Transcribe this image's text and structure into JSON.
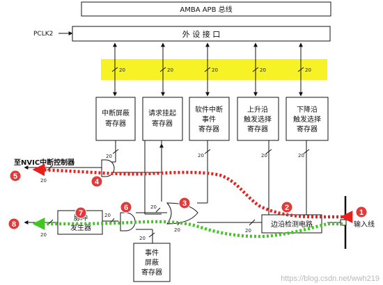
{
  "blocks": {
    "apb_bus": "AMBA APB 总线",
    "pclk": "PCLK2",
    "peripheral_interface": "外 设 接 口",
    "regs": [
      [
        "中断屏蔽",
        "寄存器"
      ],
      [
        "请求挂起",
        "寄存器"
      ],
      [
        "软件中断",
        "事件",
        "寄存器"
      ],
      [
        "上升沿",
        "触发选择",
        "寄存器"
      ],
      [
        "下降沿",
        "触发选择",
        "寄存器"
      ]
    ],
    "pulse_gen": [
      "脉冲",
      "发生器"
    ],
    "edge_detect": "边沿检测电路",
    "event_mask": [
      "事件",
      "屏蔽",
      "寄存器"
    ],
    "nvic": "至NVIC中断控制器",
    "input_line": "输入线"
  },
  "bus_width": "20",
  "steps": [
    "1",
    "2",
    "3",
    "4",
    "5",
    "6",
    "7",
    "8"
  ],
  "watermark": "https://blog.csdn.net/wwh219",
  "colors": {
    "highlight": "#f7f226",
    "step_circle": "#e03a3a",
    "red_path": "#e8201c",
    "green_path": "#3ec81e"
  }
}
